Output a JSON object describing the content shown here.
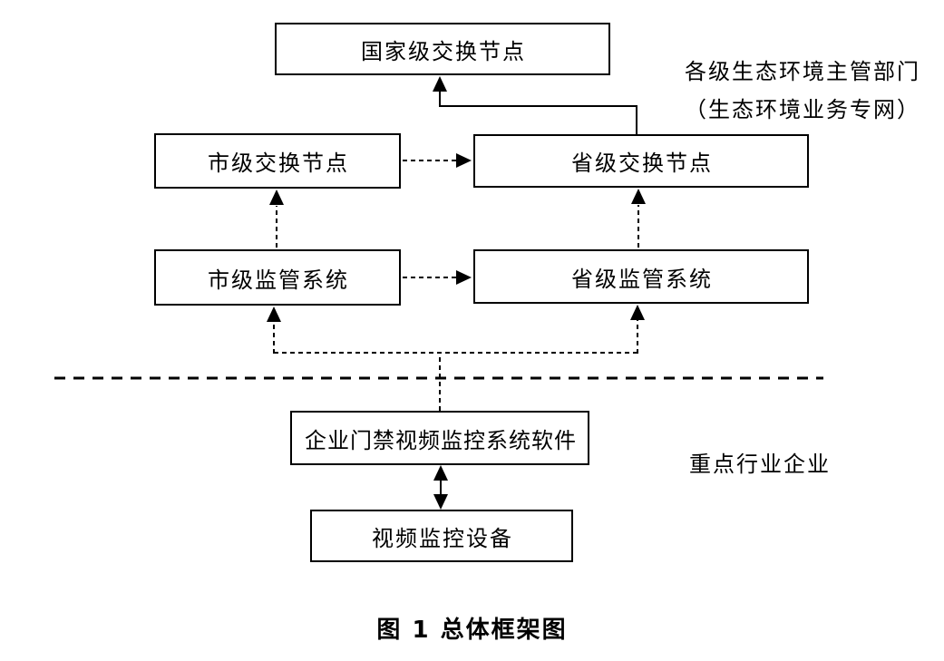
{
  "diagram": {
    "nodes": {
      "national_exchange": "国家级交换节点",
      "city_exchange": "市级交换节点",
      "province_exchange": "省级交换节点",
      "city_supervision": "市级监管系统",
      "province_supervision": "省级监管系统",
      "enterprise_software": "企业门禁视频监控系统软件",
      "video_device": "视频监控设备"
    },
    "annotations": {
      "gov_line1": "各级生态环境主管部门",
      "gov_line2": "（生态环境业务专网）",
      "enterprise_zone": "重点行业企业"
    },
    "caption": "图 1 总体框架图",
    "edges": [
      {
        "from": "province_exchange",
        "to": "national_exchange",
        "style": "solid",
        "arrow": "to"
      },
      {
        "from": "city_exchange",
        "to": "province_exchange",
        "style": "dashed",
        "arrow": "to"
      },
      {
        "from": "city_supervision",
        "to": "city_exchange",
        "style": "dashed",
        "arrow": "to"
      },
      {
        "from": "city_supervision",
        "to": "province_supervision",
        "style": "dashed",
        "arrow": "to"
      },
      {
        "from": "province_supervision",
        "to": "province_exchange",
        "style": "dashed",
        "arrow": "to"
      },
      {
        "from": "enterprise_software",
        "to": "city_supervision",
        "style": "dashed",
        "arrow": "to"
      },
      {
        "from": "enterprise_software",
        "to": "province_supervision",
        "style": "dashed",
        "arrow": "to"
      },
      {
        "from": "enterprise_software",
        "to": "video_device",
        "style": "solid",
        "arrow": "both"
      }
    ],
    "divider": {
      "orientation": "horizontal",
      "style": "dashed"
    },
    "colors": {
      "line": "#000000",
      "background": "#ffffff",
      "text": "#000000"
    }
  }
}
